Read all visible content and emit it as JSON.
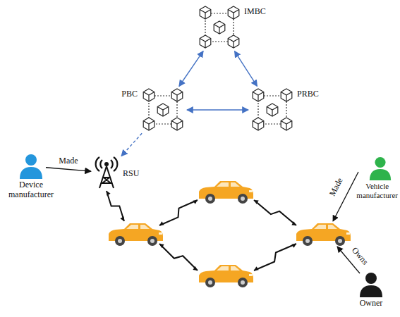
{
  "diagram": {
    "nodes": [
      {
        "text": [
          "IMBC"
        ]
      },
      {
        "text": [
          "PBC"
        ]
      },
      {
        "text": [
          "PRBC"
        ]
      },
      {
        "text": [
          "Device manufacturer"
        ]
      },
      {
        "text": [
          "RSU"
        ]
      },
      {
        "text": [
          "Vehicle manufacturer"
        ]
      },
      {
        "text": [
          "Owner"
        ]
      }
    ],
    "edges": [
      {
        "from": 0,
        "to": 1,
        "arrow": "both"
      },
      {
        "from": 0,
        "to": 2,
        "arrow": "both"
      },
      {
        "from": 1,
        "to": 2,
        "arrow": "both"
      },
      {
        "from": 1,
        "to": 4,
        "arrow": "to"
      },
      {
        "from": 3,
        "to": 4,
        "label": "Made",
        "arrow": "to"
      }
    ],
    "labels": [
      "Made",
      "Owns"
    ]
  }
}
